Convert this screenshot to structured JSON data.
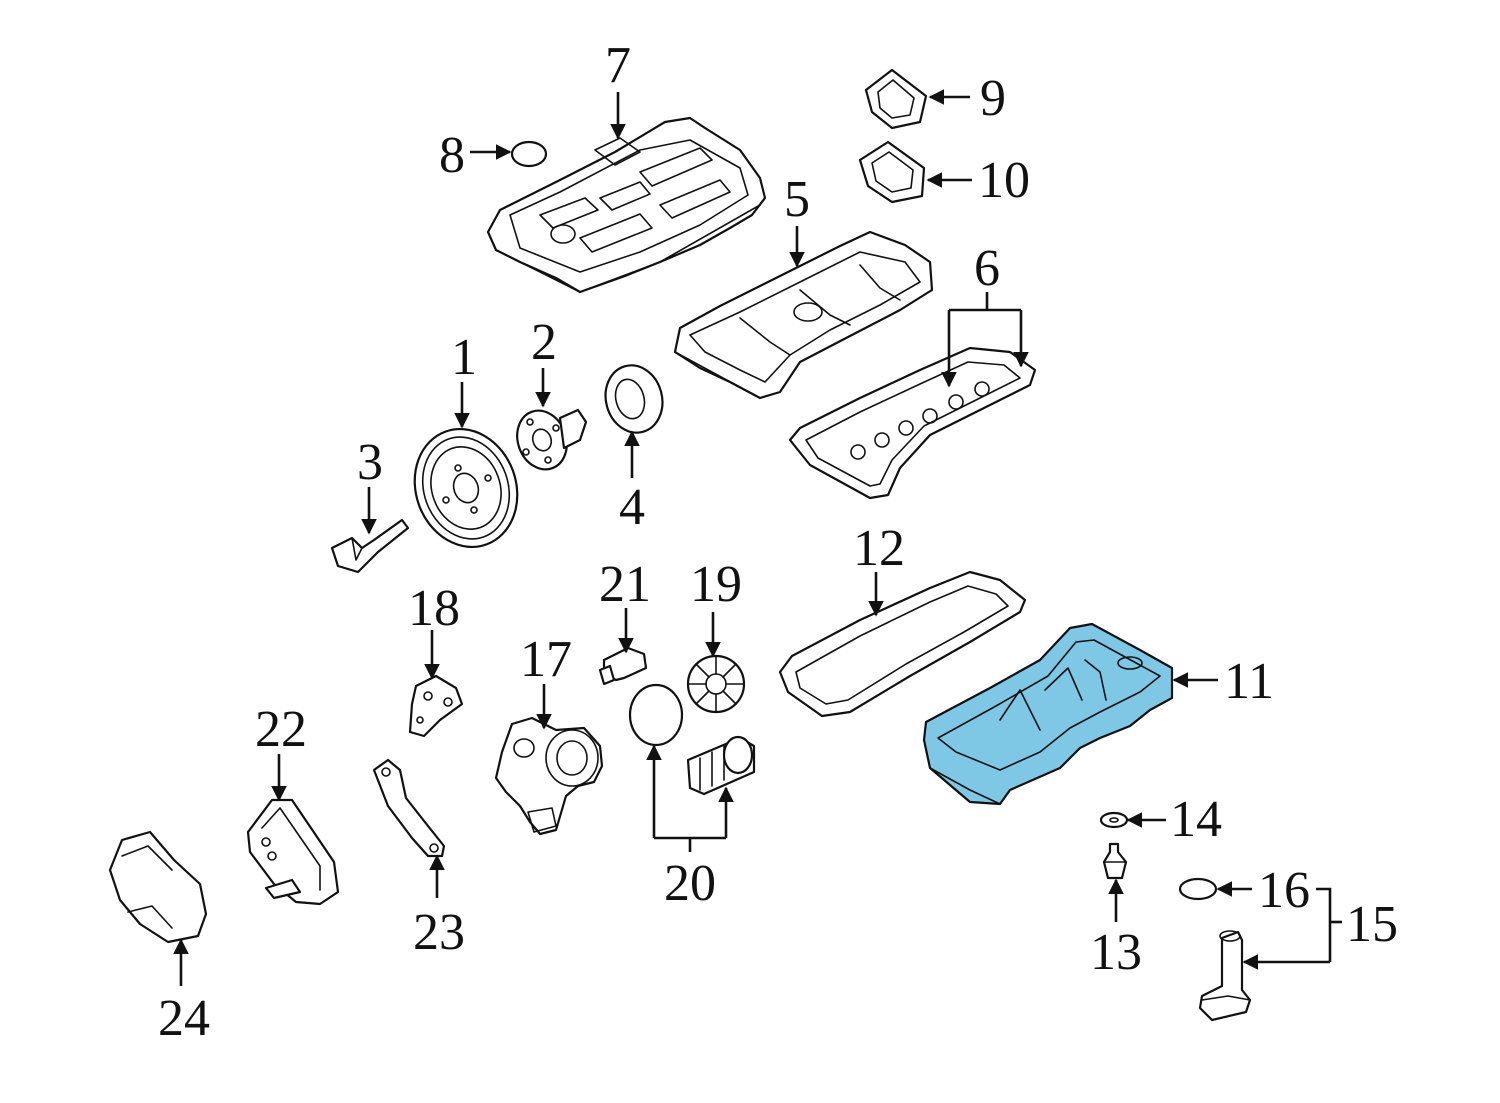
{
  "colors": {
    "line": "#111111",
    "background": "#ffffff",
    "highlight": "#7ec8e6"
  },
  "highlighted_part": "11",
  "callouts": [
    {
      "id": "c1",
      "label": "1"
    },
    {
      "id": "c2",
      "label": "2"
    },
    {
      "id": "c3",
      "label": "3"
    },
    {
      "id": "c4",
      "label": "4"
    },
    {
      "id": "c5",
      "label": "5"
    },
    {
      "id": "c6",
      "label": "6"
    },
    {
      "id": "c7",
      "label": "7"
    },
    {
      "id": "c8",
      "label": "8"
    },
    {
      "id": "c9",
      "label": "9"
    },
    {
      "id": "c10",
      "label": "10"
    },
    {
      "id": "c11",
      "label": "11"
    },
    {
      "id": "c12",
      "label": "12"
    },
    {
      "id": "c13",
      "label": "13"
    },
    {
      "id": "c14",
      "label": "14"
    },
    {
      "id": "c15",
      "label": "15"
    },
    {
      "id": "c16",
      "label": "16"
    },
    {
      "id": "c17",
      "label": "17"
    },
    {
      "id": "c18",
      "label": "18"
    },
    {
      "id": "c19",
      "label": "19"
    },
    {
      "id": "c20",
      "label": "20"
    },
    {
      "id": "c21",
      "label": "21"
    },
    {
      "id": "c22",
      "label": "22"
    },
    {
      "id": "c23",
      "label": "23"
    },
    {
      "id": "c24",
      "label": "24"
    }
  ]
}
